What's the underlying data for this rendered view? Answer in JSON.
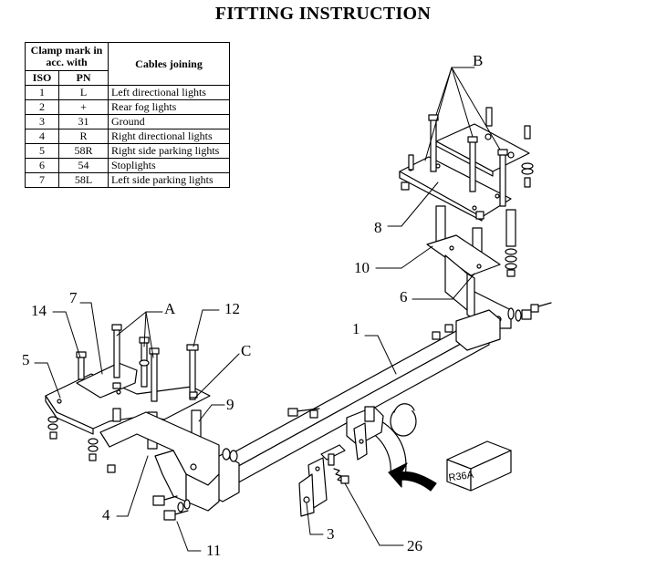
{
  "title": "FITTING INSTRUCTION",
  "table": {
    "header_clamp": "Clamp mark in acc. with",
    "header_cables": "Cables joining",
    "header_iso": "ISO",
    "header_pn": "PN",
    "rows": [
      {
        "iso": "1",
        "pn": "L",
        "cable": "Left directional lights"
      },
      {
        "iso": "2",
        "pn": "+",
        "cable": "Rear fog lights"
      },
      {
        "iso": "3",
        "pn": "31",
        "cable": "Ground"
      },
      {
        "iso": "4",
        "pn": "R",
        "cable": "Right directional lights"
      },
      {
        "iso": "5",
        "pn": "58R",
        "cable": "Right side parking lights"
      },
      {
        "iso": "6",
        "pn": "54",
        "cable": "Stoplights"
      },
      {
        "iso": "7",
        "pn": "58L",
        "cable": "Left side parking lights"
      }
    ]
  },
  "labels": {
    "b": "B",
    "eight": "8",
    "ten": "10",
    "six": "6",
    "one": "1",
    "fourteen": "14",
    "seven": "7",
    "a": "A",
    "twelve": "12",
    "five": "5",
    "c": "C",
    "nine": "9",
    "four": "4",
    "three": "3",
    "eleven": "11",
    "twentysix": "26",
    "box": "R36A"
  }
}
